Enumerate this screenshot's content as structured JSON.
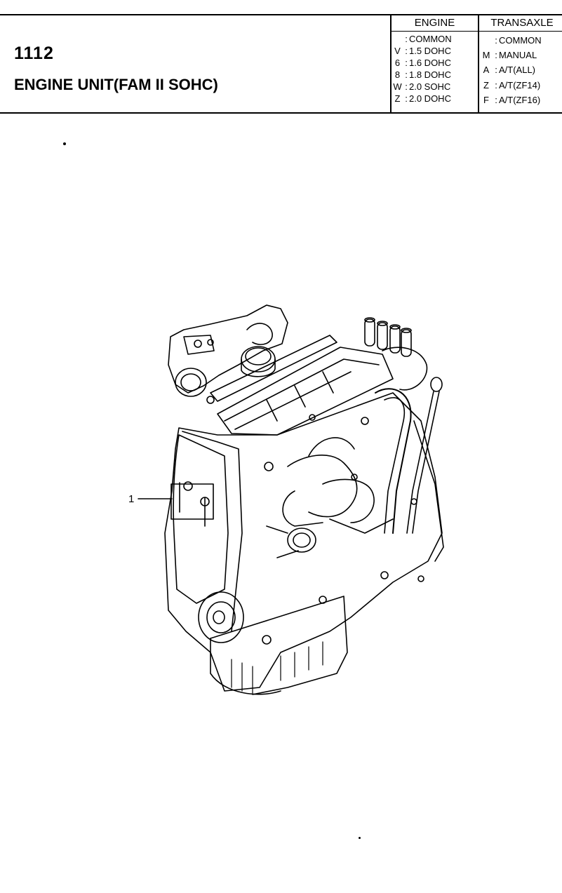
{
  "header": {
    "part_number": "1112",
    "title": "ENGINE UNIT(FAM II SOHC)"
  },
  "legend": {
    "engine": {
      "heading": "ENGINE",
      "rows": [
        {
          "code": "",
          "desc": "COMMON"
        },
        {
          "code": "V",
          "desc": "1.5 DOHC"
        },
        {
          "code": "6",
          "desc": "1.6 DOHC"
        },
        {
          "code": "8",
          "desc": "1.8 DOHC"
        },
        {
          "code": "W",
          "desc": "2.0 SOHC"
        },
        {
          "code": "Z",
          "desc": "2.0 DOHC"
        }
      ]
    },
    "transaxle": {
      "heading": "TRANSAXLE",
      "rows": [
        {
          "code": "",
          "desc": "COMMON"
        },
        {
          "code": "M",
          "desc": "MANUAL"
        },
        {
          "code": "A",
          "desc": "A/T(ALL)"
        },
        {
          "code": "Z",
          "desc": "A/T(ZF14)"
        },
        {
          "code": "F",
          "desc": "A/T(ZF16)"
        }
      ]
    }
  },
  "diagram": {
    "callout_1": "1",
    "subject": "engine-unit-illustration"
  }
}
